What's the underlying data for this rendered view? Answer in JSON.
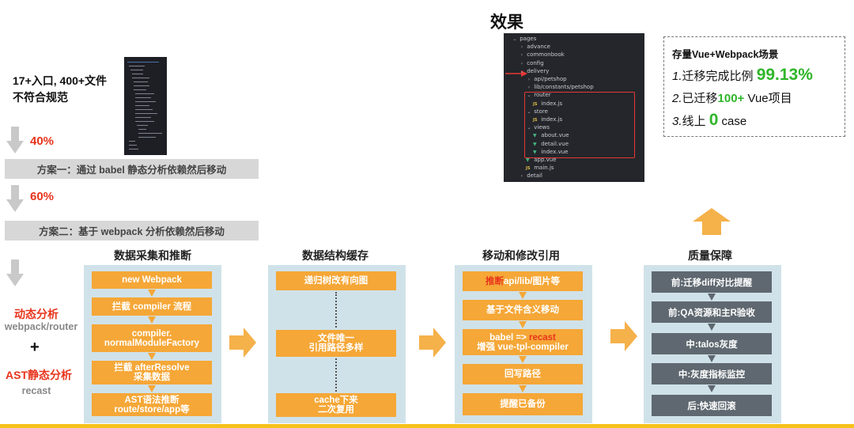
{
  "effect_title": "效果",
  "left": {
    "stat_line1": "17+入口, 400+文件",
    "stat_line2": "不符合规范",
    "pct1": "40%",
    "plan1": "方案一：通过 babel 静态分析依赖然后移动",
    "pct2": "60%",
    "plan2": "方案二：基于 webpack 分析依赖然后移动",
    "dynamic_label": "动态分析",
    "dynamic_sub": "webpack/router",
    "plus": "+",
    "ast_label": "AST静态分析",
    "ast_sub": "recast"
  },
  "columns": [
    {
      "title": "数据采集和推断",
      "steps": [
        "new Webpack",
        "拦截 compiler 流程",
        "compiler.",
        "normalModuleFactory",
        "拦截 afterResolve",
        "采集数据",
        "AST语法推断",
        "route/store/app等"
      ]
    },
    {
      "title": "数据结构缓存",
      "steps": [
        "递归树改有向图",
        "文件唯一",
        "引用路径多样",
        "cache下来",
        "二次复用"
      ]
    },
    {
      "title": "移动和修改引用",
      "step1_red": "推断",
      "step1_rest": "api/lib/图片等",
      "step2": "基于文件含义移动",
      "step3_a": "babel => ",
      "step3_red": "recast",
      "step3_b": "增强 vue-tpl-compiler",
      "step4": "回写路径",
      "step5": "提醒已备份"
    },
    {
      "title": "质量保障",
      "steps": [
        "前:迁移diff对比提醒",
        "前:QA资源和主R验收",
        "中:talos灰度",
        "中:灰度指标监控",
        "后:快速回滚"
      ]
    }
  ],
  "file_tree": [
    {
      "name": "pages",
      "kind": "folder-open",
      "indent": 0
    },
    {
      "name": "advance",
      "kind": "folder",
      "indent": 1
    },
    {
      "name": "commonbook",
      "kind": "folder",
      "indent": 1
    },
    {
      "name": "config",
      "kind": "folder",
      "indent": 1
    },
    {
      "name": "delivery",
      "kind": "folder-open",
      "indent": 1
    },
    {
      "name": "api/petshop",
      "kind": "folder",
      "indent": 2
    },
    {
      "name": "lib/constants/petshop",
      "kind": "folder",
      "indent": 2
    },
    {
      "name": "router",
      "kind": "folder-open",
      "indent": 2
    },
    {
      "name": "index.js",
      "kind": "js",
      "indent": 3
    },
    {
      "name": "store",
      "kind": "folder-open",
      "indent": 2
    },
    {
      "name": "index.js",
      "kind": "js",
      "indent": 3
    },
    {
      "name": "views",
      "kind": "folder-open",
      "indent": 2
    },
    {
      "name": "about.vue",
      "kind": "vue",
      "indent": 3
    },
    {
      "name": "detail.vue",
      "kind": "vue",
      "indent": 3
    },
    {
      "name": "index.vue",
      "kind": "vue",
      "indent": 3
    },
    {
      "name": "app.vue",
      "kind": "vue",
      "indent": 2
    },
    {
      "name": "main.js",
      "kind": "js",
      "indent": 2
    },
    {
      "name": "detail",
      "kind": "folder",
      "indent": 1
    }
  ],
  "scene": {
    "title": "存量Vue+Webpack场景",
    "l1_num": "1.",
    "l1_text": "迁移完成比例 ",
    "l1_val": "99.13%",
    "l2_num": "2.",
    "l2_text": "已迁移",
    "l2_val": "100+",
    "l2_tail": " Vue项目",
    "l3_num": "3.",
    "l3_text": "线上 ",
    "l3_val": "0",
    "l3_tail": " case"
  },
  "colors": {
    "accent_red": "#e8341c",
    "orange_step": "#f5a737",
    "gray_step": "#5f6870",
    "panel_bg": "#d0e2e9",
    "green": "#2fb52a",
    "bottom_bar": "#f6c21b"
  }
}
